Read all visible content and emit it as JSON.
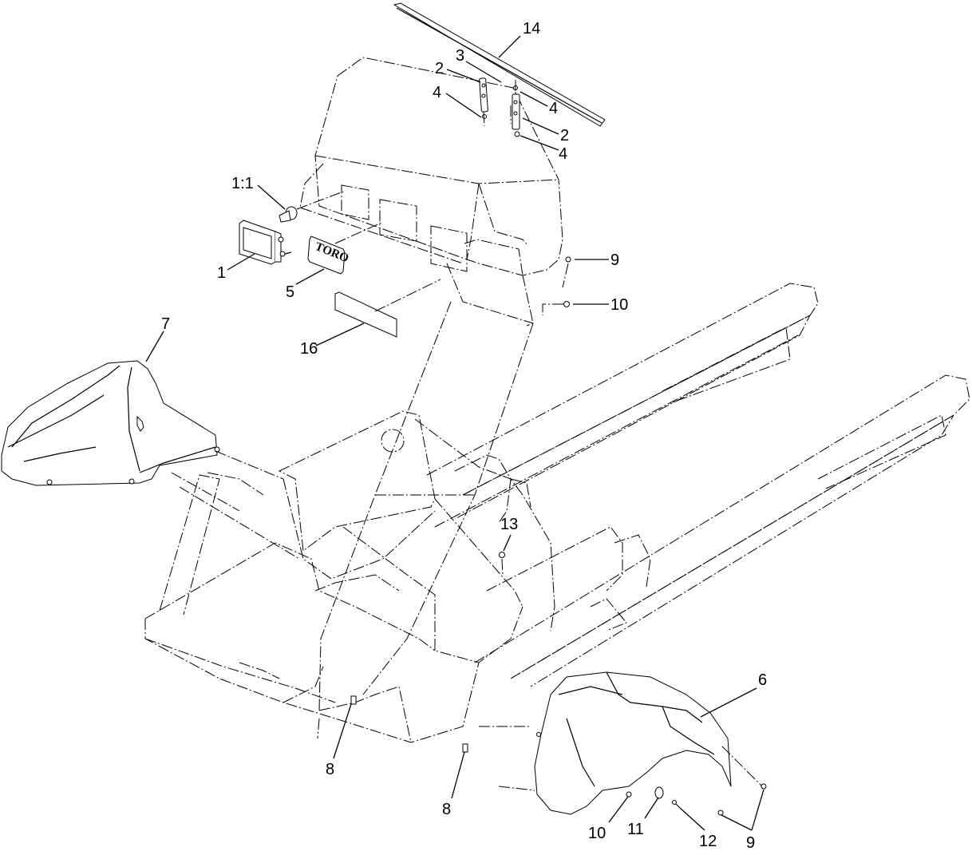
{
  "diagram": {
    "logo_text": "TORO",
    "callouts": [
      {
        "id": "14",
        "text": "14"
      },
      {
        "id": "3",
        "text": "3"
      },
      {
        "id": "2a",
        "text": "2"
      },
      {
        "id": "4a",
        "text": "4"
      },
      {
        "id": "4b",
        "text": "4"
      },
      {
        "id": "2b",
        "text": "2"
      },
      {
        "id": "4c",
        "text": "4"
      },
      {
        "id": "1-1",
        "text": "1:1"
      },
      {
        "id": "1",
        "text": "1"
      },
      {
        "id": "5",
        "text": "5"
      },
      {
        "id": "16",
        "text": "16"
      },
      {
        "id": "9a",
        "text": "9"
      },
      {
        "id": "10a",
        "text": "10"
      },
      {
        "id": "7",
        "text": "7"
      },
      {
        "id": "13",
        "text": "13"
      },
      {
        "id": "6",
        "text": "6"
      },
      {
        "id": "8a",
        "text": "8"
      },
      {
        "id": "8b",
        "text": "8"
      },
      {
        "id": "10b",
        "text": "10"
      },
      {
        "id": "11",
        "text": "11"
      },
      {
        "id": "12",
        "text": "12"
      },
      {
        "id": "9b",
        "text": "9"
      }
    ]
  }
}
